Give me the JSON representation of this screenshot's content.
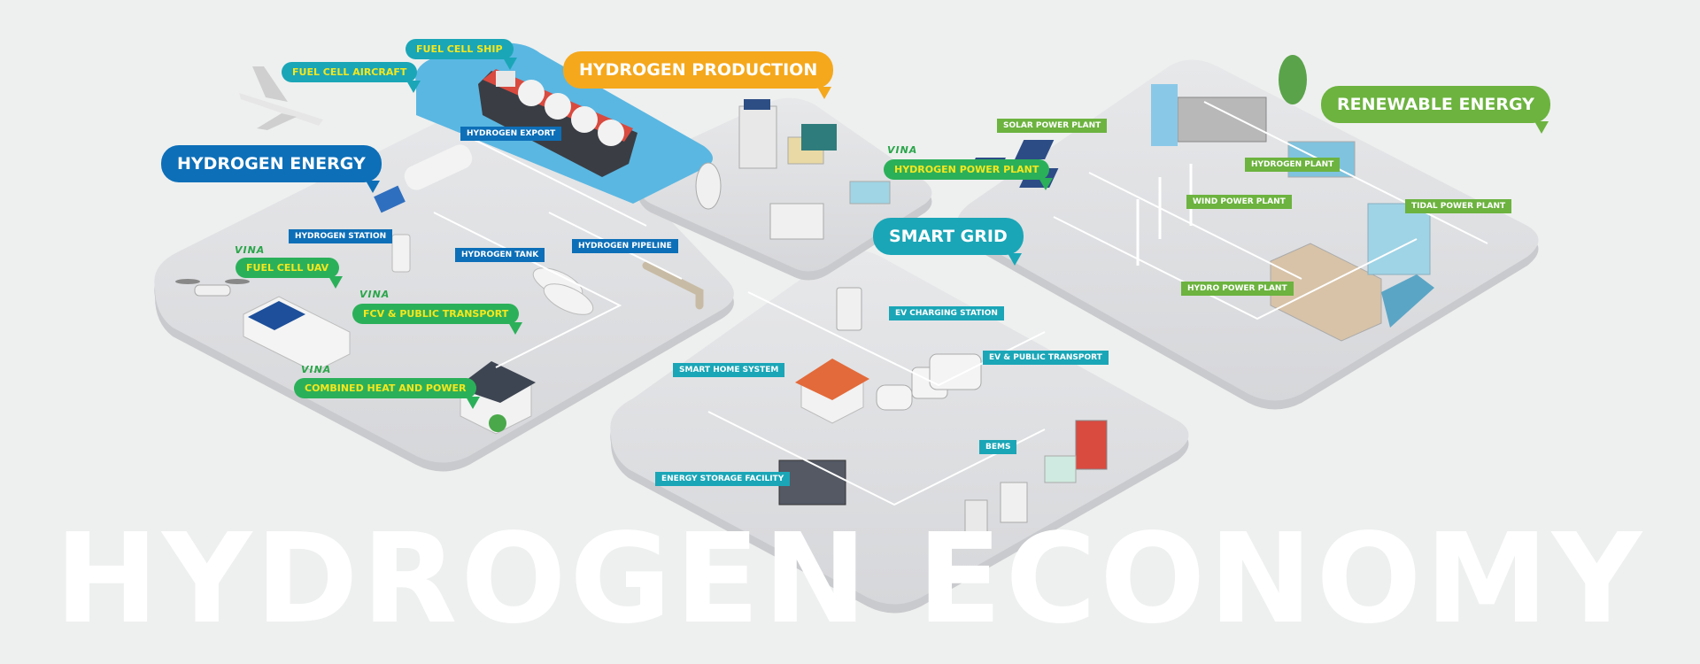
{
  "watermark": "HYDROGEN ECONOMY",
  "colors": {
    "blue": "#0d6fb8",
    "orange": "#f5a81c",
    "green": "#6cb33f",
    "teal": "#1aa6b7",
    "light_green": "#2bb05a",
    "water": "#5ab7e2",
    "platform": "#dcdddf"
  },
  "sections": {
    "hydrogen_energy": "HYDROGEN ENERGY",
    "hydrogen_production": "HYDROGEN PRODUCTION",
    "renewable_energy": "RENEWABLE ENERGY",
    "smart_grid": "SMART GRID"
  },
  "energy_items": {
    "fuel_cell_aircraft": "FUEL CELL AIRCRAFT",
    "fuel_cell_ship": "FUEL CELL SHIP",
    "fuel_cell_uav": "FUEL CELL UAV",
    "fcv_public_transport": "FCV & PUBLIC TRANSPORT",
    "combined_heat_power": "COMBINED HEAT AND POWER",
    "hydrogen_export": "HYDROGEN EXPORT",
    "hydrogen_station": "HYDROGEN STATION",
    "hydrogen_tank": "HYDROGEN TANK",
    "hydrogen_pipeline": "HYDROGEN PIPELINE"
  },
  "production_items": {
    "hydrogen_power_plant": "HYDROGEN POWER PLANT"
  },
  "renewable_items": {
    "solar_power_plant": "SOLAR POWER PLANT",
    "hydrogen_plant": "HYDROGEN PLANT",
    "wind_power_plant": "WIND POWER PLANT",
    "tidal_power_plant": "TIDAL POWER PLANT",
    "hydro_power_plant": "HYDRO POWER PLANT"
  },
  "grid_items": {
    "ev_charging_station": "EV CHARGING STATION",
    "ev_public_transport": "EV & PUBLIC TRANSPORT",
    "smart_home_system": "SMART HOME SYSTEM",
    "bems": "BEMS",
    "energy_storage_facility": "ENERGY STORAGE FACILITY"
  },
  "brand": {
    "logo_text": "VINA"
  }
}
